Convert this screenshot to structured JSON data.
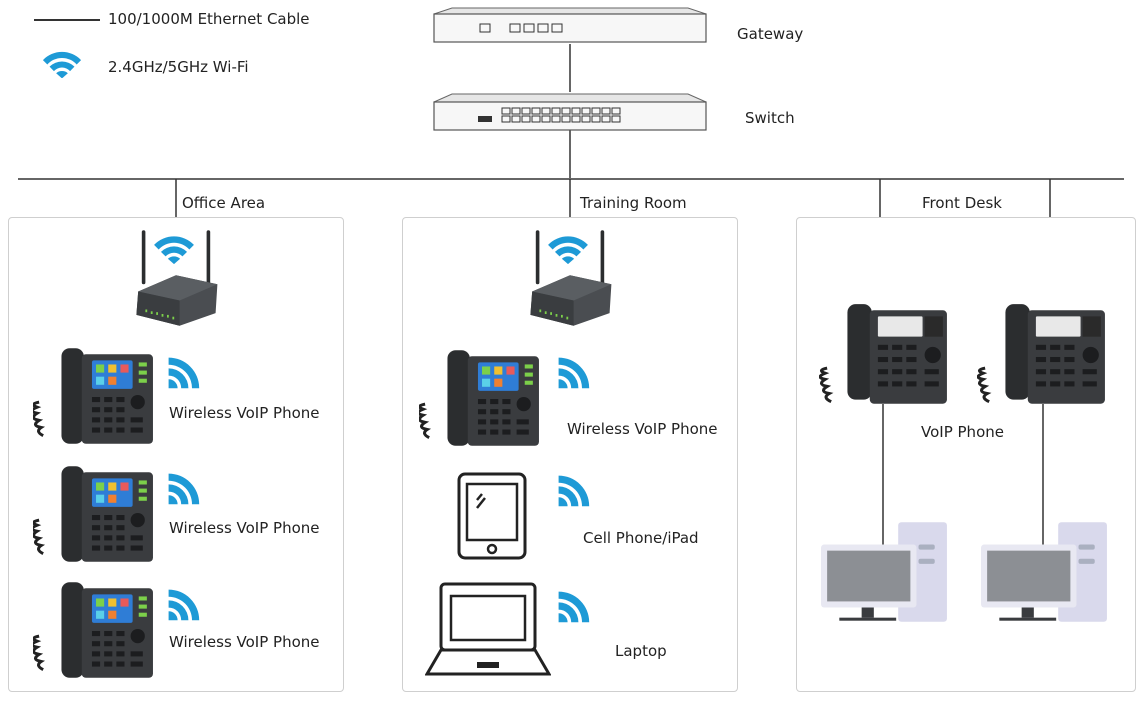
{
  "legend": {
    "cable_label": "100/1000M Ethernet Cable",
    "wifi_label": "2.4GHz/5GHz Wi-Fi"
  },
  "core": {
    "gateway_label": "Gateway",
    "switch_label": "Switch"
  },
  "areas": {
    "office": {
      "title": "Office Area",
      "devices": [
        "Wireless VoIP Phone",
        "Wireless VoIP Phone",
        "Wireless VoIP Phone"
      ]
    },
    "training": {
      "title": "Training Room",
      "devices": [
        "Wireless VoIP Phone",
        "Cell Phone/iPad",
        "Laptop"
      ]
    },
    "front_desk": {
      "title": "Front Desk",
      "devices": [
        "VoIP Phone"
      ]
    }
  },
  "colors": {
    "wifi": "#1e9ad6",
    "line": "#333333",
    "border": "#cfcfcf",
    "device_dark": "#2f3133",
    "computer": "#d9d9ec"
  },
  "icons": [
    "wifi-icon",
    "gateway-icon",
    "switch-icon",
    "router-icon",
    "phone-icon",
    "tablet-icon",
    "laptop-icon",
    "computer-icon"
  ]
}
